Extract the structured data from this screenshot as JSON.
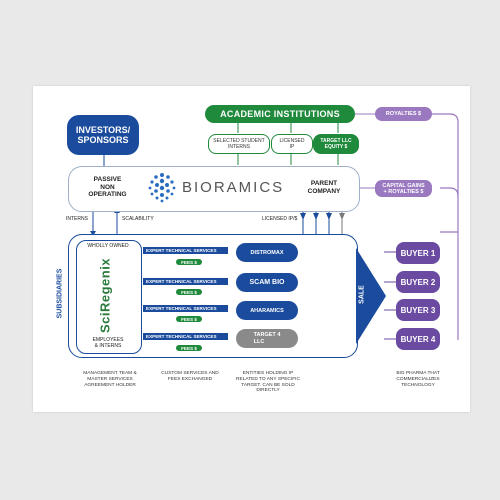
{
  "investors": "INVESTORS/\nSPONSORS",
  "academic": "ACADEMIC INSTITUTIONS",
  "academic_boxes": [
    "SELECTED STUDENT\nINTERNS",
    "LICENSED\nIP",
    "TARGET LLC\nEQUITY $"
  ],
  "royalties": "ROYALTIES $",
  "capital_gains": "CAPITAL GAINS\n+ ROYALTIES $",
  "passive": "PASSIVE\nNON\nOPERATING",
  "bioramics": "BIORAMICS",
  "parent": "PARENT\nCOMPANY",
  "interns": "INTERNS",
  "scalability": "SCALABILITY",
  "licensed_ip": "LICENSED IP/$",
  "wholly_owned": "WHOLLY OWNED",
  "subsidiaries": "SUBSIDIARIES",
  "sciregenix": "SciRegenix",
  "employees": "EMPLOYEES\n& INTERNS",
  "expert_label": "EXPERT TECHNICAL SERVICES",
  "fees_label": "FEES $",
  "subsidiary_pills": [
    "DISTROMAX",
    "SCAM BIO",
    "AHARAMICS",
    "TARGET 4\nLLC"
  ],
  "sale": "SALE",
  "buyers": [
    "BUYER 1",
    "BUYER 2",
    "BUYER 3",
    "BUYER 4"
  ],
  "captions": {
    "management": "MANAGEMENT TEAM &\nMASTER SERVICES\nAGREEMENT HOLDER",
    "custom": "CUSTOM SERVICES AND\nFEES EXCHANGED",
    "entities": "ENTITIES HOLDING IP\nRELATED TO ANY SPECIFIC\nTARGET. CAN BE SOLD\nDIRECTLY",
    "bigpharma": "BIG PHARMA THAT\nCOMMERCIALIZES\nTECHNOLOGY"
  },
  "colors": {
    "navy": "#1a4b9c",
    "green": "#1f8a3c",
    "purple": "#6b4aa1",
    "light_purple": "#9b79c1",
    "gray": "#7a7a7a"
  }
}
